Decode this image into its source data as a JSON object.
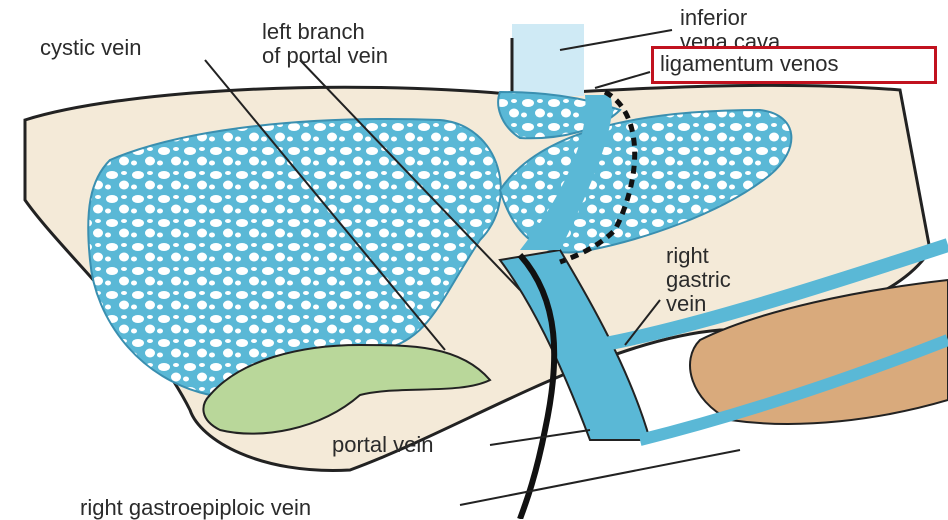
{
  "labels": {
    "cystic_vein": "cystic vein",
    "left_branch_line1": "left branch",
    "left_branch_line2": "of portal vein",
    "inferior_vena_cava_line1": "inferior",
    "inferior_vena_cava_line2": "vena cava",
    "ligamentum_venosum": "ligamentum venos",
    "right_gastric_line1": "right",
    "right_gastric_line2": "gastric",
    "right_gastric_line3": "vein",
    "portal_vein": "portal vein",
    "right_gastroepiploic_vein": "right gastroepiploic vein"
  },
  "colors": {
    "liver": "#f4ead8",
    "vein": "#5ab8d6",
    "gallbladder": "#b9d79a",
    "stomach": "#d9aa7c",
    "highlight": "#c1121f"
  }
}
